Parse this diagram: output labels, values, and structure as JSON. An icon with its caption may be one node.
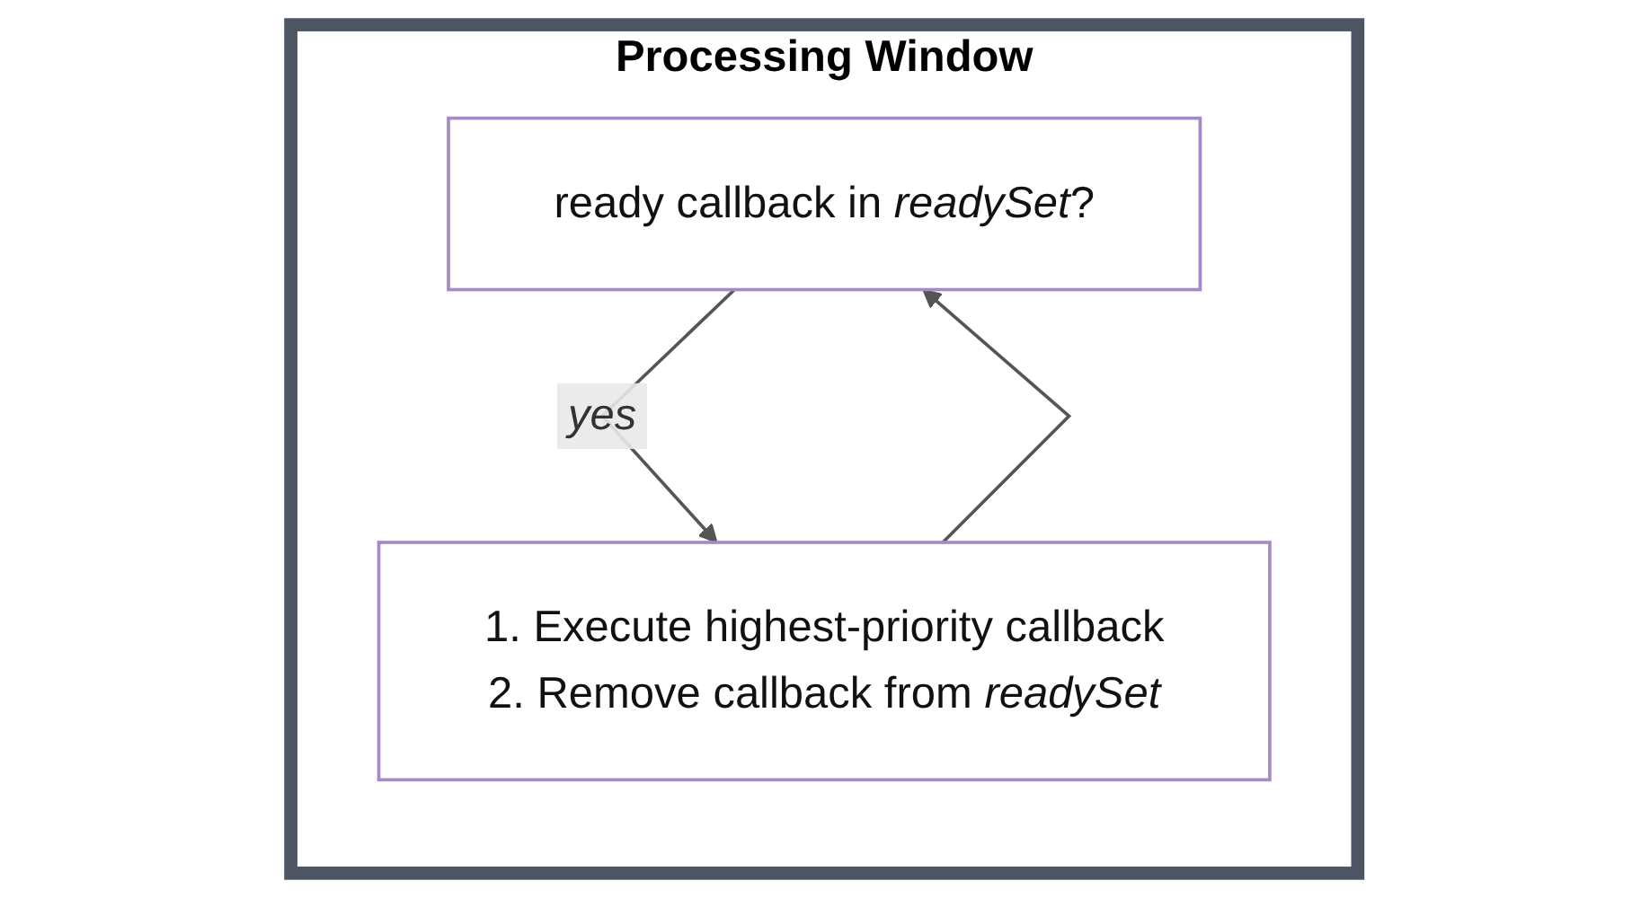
{
  "diagram": {
    "nodes": [
      {
        "text": [
          "Processing Window"
        ]
      },
      {
        "text": [
          "ready callback in *readySet*?"
        ],
        "in": 0
      },
      {
        "text": [
          "1. Execute highest-priority callback",
          "2. Remove callback from *readySet*"
        ],
        "in": 0
      }
    ],
    "edges": [
      {
        "from": 1,
        "to": 2,
        "arrow": "to",
        "label": "yes"
      },
      {
        "from": 2,
        "to": 1,
        "arrow": "to"
      }
    ]
  }
}
